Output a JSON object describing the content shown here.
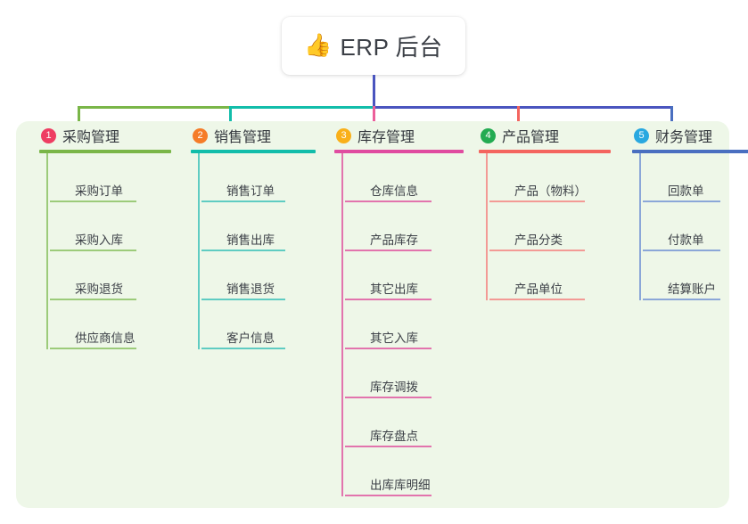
{
  "title_card": {
    "icon": "thumbs-up-icon",
    "emoji": "👍",
    "text": "ERP 后台"
  },
  "colors": {
    "page_background": "#ffffff",
    "panel_background": "#eef7e8",
    "card_background": "#ffffff",
    "text": "#3b3f46",
    "bus_green": "#7ab648",
    "bus_teal": "#12bdaa",
    "bus_blue": "#4a55bf",
    "drop_pink": "#ec5f9a",
    "drop_red": "#f4655f",
    "drop_blue": "#4a6fc0"
  },
  "columns": [
    {
      "number": "1",
      "title": "采购管理",
      "badge_color": "#ee3d62",
      "rule_color": "#7ab648",
      "line_color": "#9ccb7a",
      "items": [
        "采购订单",
        "采购入库",
        "采购退货",
        "供应商信息"
      ]
    },
    {
      "number": "2",
      "title": "销售管理",
      "badge_color": "#f57c28",
      "rule_color": "#12bdaa",
      "line_color": "#5fccc2",
      "items": [
        "销售订单",
        "销售出库",
        "销售退货",
        "客户信息"
      ]
    },
    {
      "number": "3",
      "title": "库存管理",
      "badge_color": "#f9b019",
      "rule_color": "#e04ca0",
      "line_color": "#e274ad",
      "items": [
        "仓库信息",
        "产品库存",
        "其它出库",
        "其它入库",
        "库存调拨",
        "库存盘点",
        "出库库明细"
      ]
    },
    {
      "number": "4",
      "title": "产品管理",
      "badge_color": "#23ab52",
      "rule_color": "#f4655f",
      "line_color": "#f39a95",
      "items": [
        "产品（物料）",
        "产品分类",
        "产品单位"
      ]
    },
    {
      "number": "5",
      "title": "财务管理",
      "badge_color": "#29a8e0",
      "rule_color": "#4a6fc0",
      "line_color": "#8ba7d8",
      "items": [
        "回款单",
        "付款单",
        "结算账户"
      ]
    }
  ]
}
